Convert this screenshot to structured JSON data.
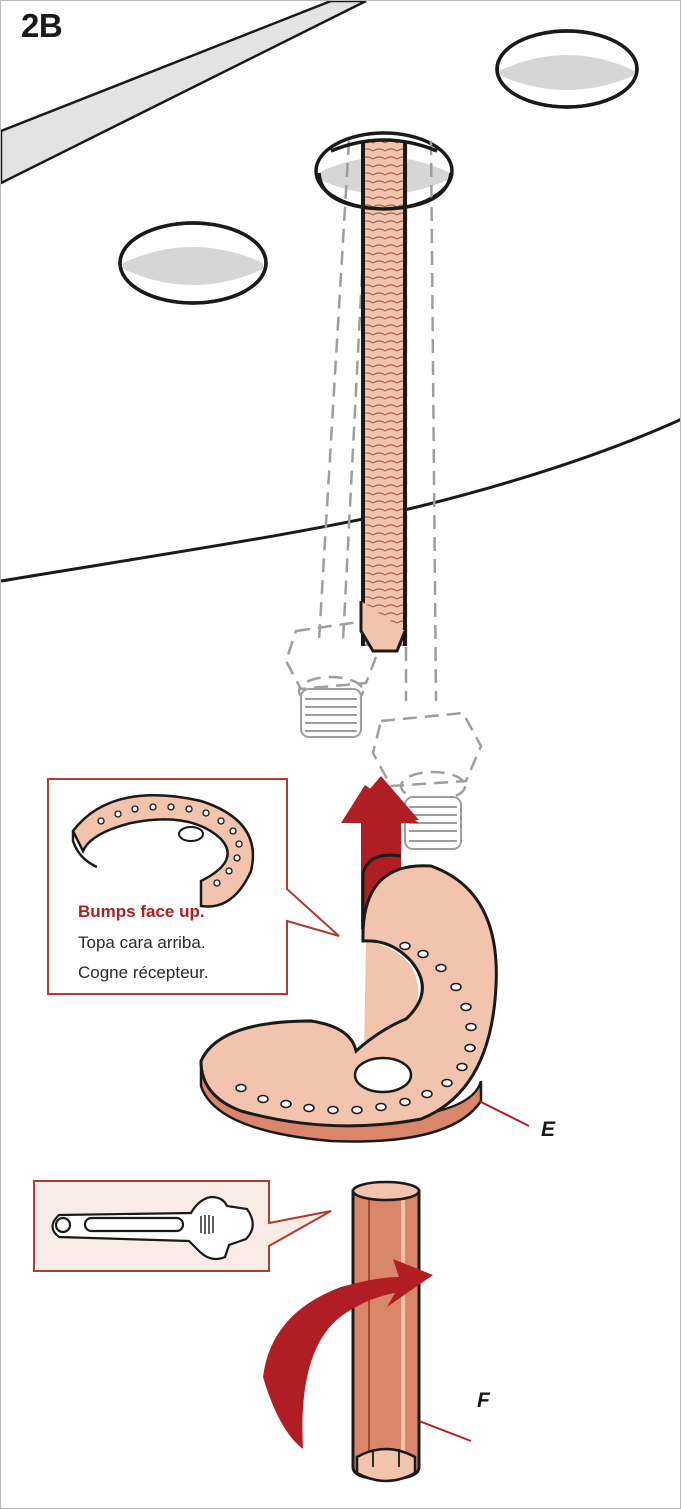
{
  "step": {
    "label": "2B"
  },
  "callout": {
    "title": "Bumps face up.",
    "spanish": "Topa cara arriba.",
    "french": "Cogne récepteur."
  },
  "parts": {
    "e": "E",
    "f": "F"
  },
  "colors": {
    "red": "#b01e23",
    "copper_light": "#f2c4ad",
    "copper": "#d9866a",
    "copper_dark": "#a14b35",
    "gray_fill": "#d6d6d6",
    "callout_border": "#b33a2e",
    "tool_panel_bg": "#f9ece6"
  },
  "icons": [
    "adjustable-wrench-icon",
    "rotation-arrow-icon",
    "insert-arrow-icon"
  ]
}
